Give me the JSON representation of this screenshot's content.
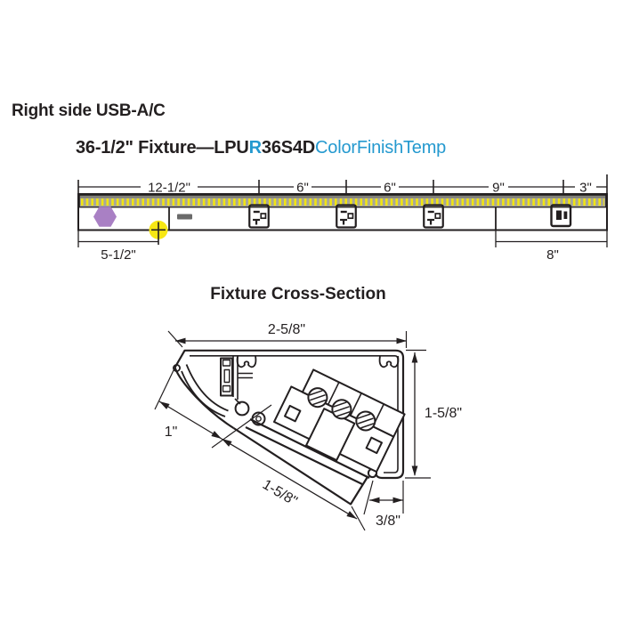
{
  "page": {
    "heading": "Right side USB-A/C"
  },
  "fixture_diagram": {
    "title": {
      "prefix": "36-1/2\" Fixture—LPU",
      "accent_letter": "R",
      "model_rest": "36S4D",
      "suffix": "ColorFinishTemp"
    },
    "top_dimensions": [
      "12-1/2\"",
      "6\"",
      "6\"",
      "9\"",
      "3\""
    ],
    "bottom_left_dimension": "5-1/2\"",
    "bottom_right_dimension": "8\"",
    "icons": {
      "left_knockout": "purple-hexagon-icon",
      "switch_slot": "gray-dash-icon",
      "receptacle": "usb-ac-receptacle-icon",
      "outlet": "power-outlet-icon",
      "reference_point": "yellow-crosshair-marker"
    }
  },
  "cross_section": {
    "title": "Fixture Cross-Section",
    "width": "2-5/8\"",
    "height": "1-5/8\"",
    "lens_face": "1\"",
    "bottom_face": "1-5/8\"",
    "foot": "3/8\""
  },
  "colors": {
    "accent_blue": "#2499cf",
    "led_yellow": "#f0e413",
    "strip_gray": "#a9a79b",
    "knockout_purple": "#a980c4",
    "marker_yellow": "#f7e713",
    "ink": "#231f20"
  }
}
